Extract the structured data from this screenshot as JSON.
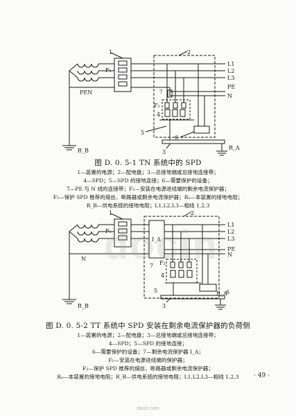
{
  "figure1": {
    "title": "图 D. 0. 5-1   TN 系统中的 SPD",
    "legend": [
      "1—装置的电源；2—配电盘；3—总接地端或总接地连接带；",
      "4—SPD；5—SPD 的接地连接；6—需要保护的设备；",
      "7—PE 与 N 线的连接带；F₁—安装在电源进线端的剩余电流保护器；",
      "F₂—保护 SPD 推荐的熔丝、断路器或剩余电流保护器；Rₐ—本装置的接地电阻；",
      "R_B—供电系统的接地电阻；L1,L2,L3—相线 1,2,3"
    ],
    "labels": {
      "n1": "1",
      "n2": "2",
      "n3": "3",
      "n4": "4",
      "n5": "5",
      "n6": "6",
      "n7": "7",
      "f1": "F₁",
      "f2": "F₂",
      "pen": "PEN",
      "l1": "L1",
      "l2": "L2",
      "l3": "L3",
      "pe": "PE",
      "n": "N",
      "rb": "R_B",
      "ra": "R_A"
    }
  },
  "figure2": {
    "title": "图 D. 0. 5-2   TT 系统中 SPD 安装在剩余电流保护器的负荷侧",
    "legend": [
      "1—装置的电源；2—配电盘；3—总接地端或总接地连接带；",
      "4—SPD；5—SPD 的接地连接；",
      "6—需要保护的设备；7—剩余电流保护器 I_Δ；",
      "F₁—安装在电源进线端的保护器；",
      "F₂—保护 SPD 推荐的熔丝、断路器或剩余电流保护器；",
      "Rₐ—本装置的接地电阻；R_B—供电系统的接地电阻；L1,L2,L3—相线 1,2,3"
    ],
    "labels": {
      "n1": "1",
      "n2": "2",
      "n3": "3",
      "n4": "4",
      "n5": "5",
      "n6": "6",
      "n7": "7",
      "f1": "F₁",
      "f2": "F₂",
      "idelta": "I_Δ",
      "n": "N",
      "l1": "L1",
      "l2": "L2",
      "l3": "L3",
      "pe": "PE",
      "rb": "R_B",
      "ra": "R_A"
    }
  },
  "page_number": "· 49 ·",
  "watermark": "docin",
  "footer": "docin.com"
}
